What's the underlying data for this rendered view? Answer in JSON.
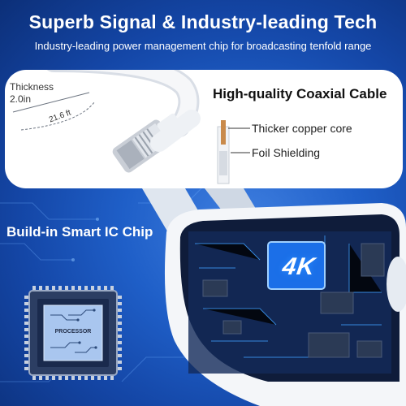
{
  "header": {
    "title": "Superb Signal & Industry-leading Tech",
    "subtitle": "Industry-leading power management chip for broadcasting tenfold range"
  },
  "cable_panel": {
    "thickness_label": "Thickness",
    "thickness_value": "2.0in",
    "length_label": "21.6 ft",
    "title": "High-quality Coaxial Cable",
    "copper_core_label": "Thicker copper core",
    "foil_label": "Foil Shielding"
  },
  "chip_section": {
    "title": "Build-in Smart IC Chip",
    "processor_label": "PROCESSOR",
    "resolution_badge": "4K"
  },
  "colors": {
    "background": "#1f5fc8",
    "panel": "#ffffff",
    "cable": "#f2f4f7",
    "copper": "#c98a4b"
  }
}
